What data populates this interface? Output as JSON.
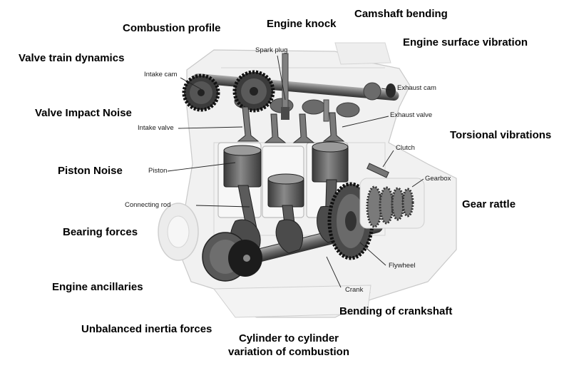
{
  "effects": {
    "combustion_profile": "Combustion profile",
    "engine_knock": "Engine knock",
    "camshaft_bending": "Camshaft bending",
    "engine_surface_vibration": "Engine surface vibration",
    "valve_train_dynamics": "Valve train dynamics",
    "valve_impact_noise": "Valve Impact Noise",
    "torsional_vibrations": "Torsional vibrations",
    "piston_noise": "Piston Noise",
    "gear_rattle": "Gear rattle",
    "bearing_forces": "Bearing forces",
    "engine_ancillaries": "Engine ancillaries",
    "bending_of_crankshaft": "Bending of crankshaft",
    "unbalanced_inertia_forces": "Unbalanced inertia forces",
    "cylinder_variation_line1": "Cylinder to cylinder",
    "cylinder_variation_line2": "variation of combustion"
  },
  "parts": {
    "spark_plug": "Spark plug",
    "intake_cam": "Intake cam",
    "exhaust_cam": "Exhaust cam",
    "intake_valve": "Intake valve",
    "exhaust_valve": "Exhaust valve",
    "clutch": "Clutch",
    "piston": "Piston",
    "gearbox": "Gearbox",
    "connecting_rod": "Connecting rod",
    "flywheel": "Flywheel",
    "crank": "Crank"
  }
}
